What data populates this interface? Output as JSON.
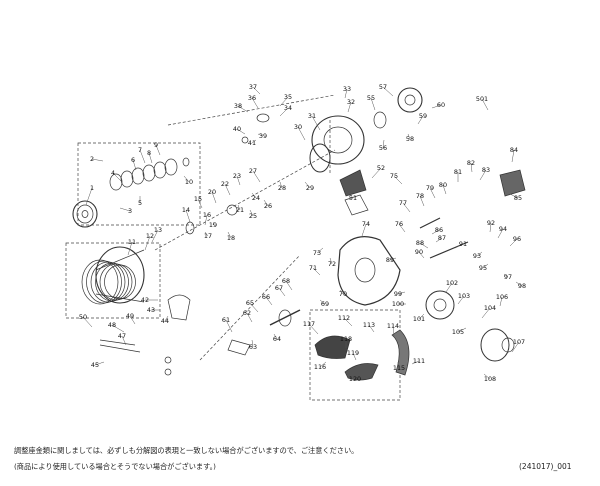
{
  "parts": [
    {
      "no": "1"
    },
    {
      "no": "2"
    },
    {
      "no": "3"
    },
    {
      "no": "4"
    },
    {
      "no": "5"
    },
    {
      "no": "6"
    },
    {
      "no": "7"
    },
    {
      "no": "8"
    },
    {
      "no": "9"
    },
    {
      "no": "10"
    },
    {
      "no": "11"
    },
    {
      "no": "12"
    },
    {
      "no": "13"
    },
    {
      "no": "14"
    },
    {
      "no": "15"
    },
    {
      "no": "16"
    },
    {
      "no": "17"
    },
    {
      "no": "18"
    },
    {
      "no": "19"
    },
    {
      "no": "20"
    },
    {
      "no": "21"
    },
    {
      "no": "22"
    },
    {
      "no": "23"
    },
    {
      "no": "24"
    },
    {
      "no": "25"
    },
    {
      "no": "26"
    },
    {
      "no": "27"
    },
    {
      "no": "28"
    },
    {
      "no": "29"
    },
    {
      "no": "30"
    },
    {
      "no": "31"
    },
    {
      "no": "32"
    },
    {
      "no": "33"
    },
    {
      "no": "34"
    },
    {
      "no": "35"
    },
    {
      "no": "36"
    },
    {
      "no": "37"
    },
    {
      "no": "38"
    },
    {
      "no": "39"
    },
    {
      "no": "40"
    },
    {
      "no": "41"
    },
    {
      "no": "42"
    },
    {
      "no": "43"
    },
    {
      "no": "44"
    },
    {
      "no": "45"
    },
    {
      "no": "47"
    },
    {
      "no": "48"
    },
    {
      "no": "49"
    },
    {
      "no": "50"
    },
    {
      "no": "51"
    },
    {
      "no": "52"
    },
    {
      "no": "55"
    },
    {
      "no": "56"
    },
    {
      "no": "57"
    },
    {
      "no": "58"
    },
    {
      "no": "59"
    },
    {
      "no": "60"
    },
    {
      "no": "61"
    },
    {
      "no": "62"
    },
    {
      "no": "63"
    },
    {
      "no": "64"
    },
    {
      "no": "65"
    },
    {
      "no": "66"
    },
    {
      "no": "67"
    },
    {
      "no": "68"
    },
    {
      "no": "69"
    },
    {
      "no": "70"
    },
    {
      "no": "71"
    },
    {
      "no": "72"
    },
    {
      "no": "73"
    },
    {
      "no": "74"
    },
    {
      "no": "75"
    },
    {
      "no": "76"
    },
    {
      "no": "77"
    },
    {
      "no": "78"
    },
    {
      "no": "79"
    },
    {
      "no": "80"
    },
    {
      "no": "81"
    },
    {
      "no": "82"
    },
    {
      "no": "83"
    },
    {
      "no": "84"
    },
    {
      "no": "85"
    },
    {
      "no": "86"
    },
    {
      "no": "87"
    },
    {
      "no": "88"
    },
    {
      "no": "89"
    },
    {
      "no": "90"
    },
    {
      "no": "91"
    },
    {
      "no": "92"
    },
    {
      "no": "93"
    },
    {
      "no": "94"
    },
    {
      "no": "95"
    },
    {
      "no": "96"
    },
    {
      "no": "97"
    },
    {
      "no": "98"
    },
    {
      "no": "99"
    },
    {
      "no": "100"
    },
    {
      "no": "101"
    },
    {
      "no": "102"
    },
    {
      "no": "103"
    },
    {
      "no": "104"
    },
    {
      "no": "105"
    },
    {
      "no": "106"
    },
    {
      "no": "107"
    },
    {
      "no": "108"
    },
    {
      "no": "111"
    },
    {
      "no": "112"
    },
    {
      "no": "113"
    },
    {
      "no": "114"
    },
    {
      "no": "115"
    },
    {
      "no": "116"
    },
    {
      "no": "117"
    },
    {
      "no": "118"
    },
    {
      "no": "119"
    },
    {
      "no": "120"
    },
    {
      "no": "501"
    }
  ],
  "footer": {
    "note_line1": "調整座金類に関しましては、必ずしも分解図の表現と一致しない場合がございますので、ご注意ください。",
    "note_line2": "(商品により使用している場合とそうでない場合がございます。)",
    "code": "(241017)_001"
  }
}
